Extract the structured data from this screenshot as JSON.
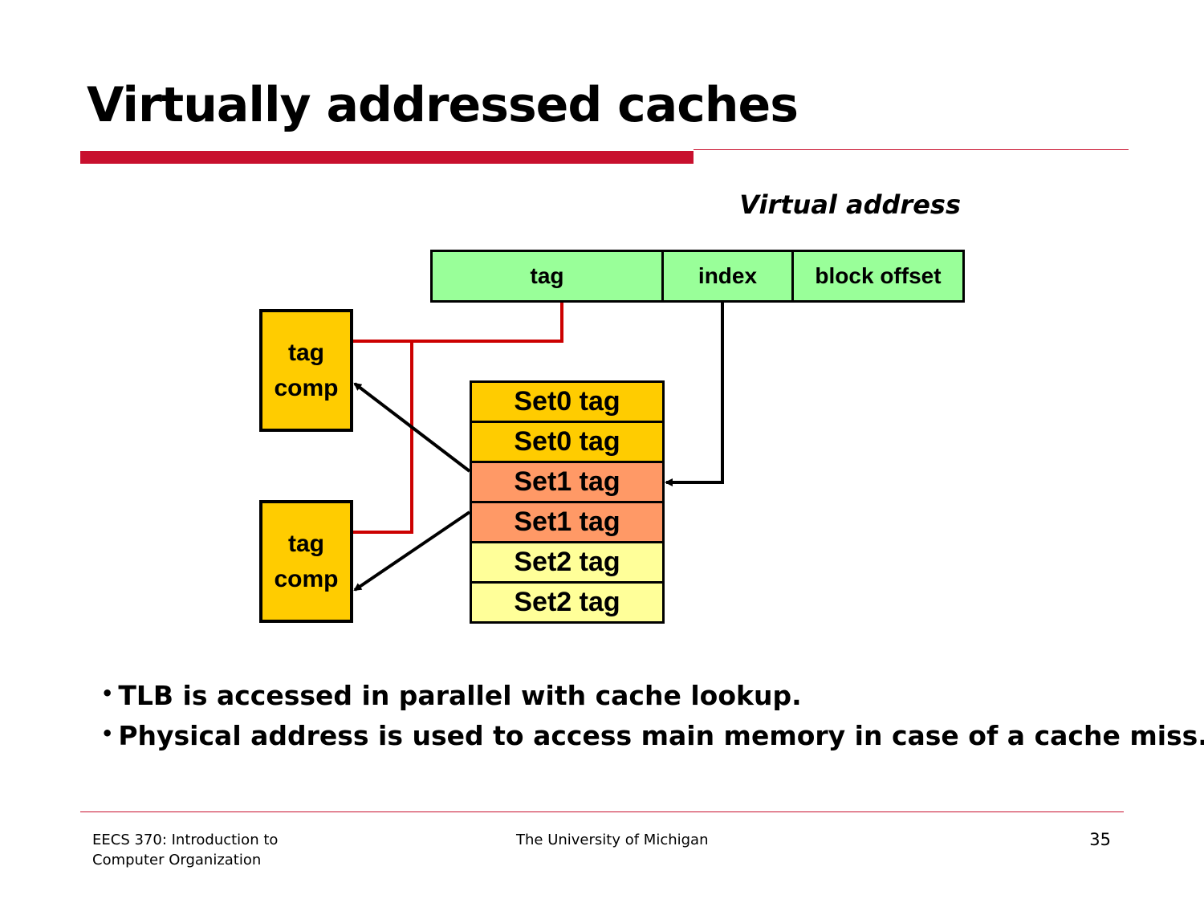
{
  "slide": {
    "title": "Virtually addressed caches",
    "page_number": "35"
  },
  "diagram": {
    "virtual_address_label": "Virtual address",
    "address_fields": [
      "tag",
      "index",
      "block offset"
    ],
    "tag_comparators": [
      {
        "line1": "tag",
        "line2": "comp"
      },
      {
        "line1": "tag",
        "line2": "comp"
      }
    ],
    "cache_rows": [
      {
        "label": "Set0 tag",
        "color": "#ffcc00"
      },
      {
        "label": "Set0 tag",
        "color": "#ffcc00"
      },
      {
        "label": "Set1 tag",
        "color": "#ff9966"
      },
      {
        "label": "Set1 tag",
        "color": "#ff9966"
      },
      {
        "label": "Set2 tag",
        "color": "#ffff99"
      },
      {
        "label": "Set2 tag",
        "color": "#ffff99"
      }
    ],
    "colors": {
      "address_field": "#99ff99",
      "comparator": "#ffcc00",
      "tag_wire": "#cc0000",
      "index_wire": "#000000"
    }
  },
  "bullets": [
    "TLB is accessed in parallel with cache lookup.",
    "Physical address is used to access main memory in case of a cache miss."
  ],
  "footer": {
    "course_line1": "EECS 370: Introduction to",
    "course_line2": "Computer Organization",
    "institution": "The University of Michigan"
  }
}
